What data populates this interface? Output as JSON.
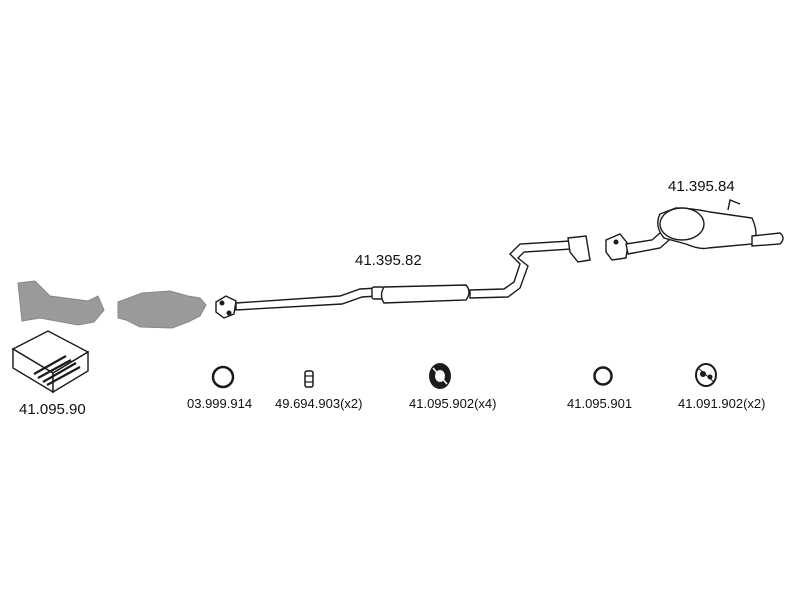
{
  "colors": {
    "line": "#1a1a1a",
    "grey_part": "#9a9a9a",
    "background": "#ffffff"
  },
  "parts": {
    "front_pipe_kit": "41.095.90",
    "middle_section": "41.395.82",
    "rear_muffler": "41.395.84"
  },
  "fittings": {
    "ring_1": "03.999.914",
    "clamp_small": "49.694.903(x2)",
    "rubber_mount_a": "41.095.902(x4)",
    "ring_2": "41.095.901",
    "rubber_mount_b": "41.091.902(x2)"
  }
}
